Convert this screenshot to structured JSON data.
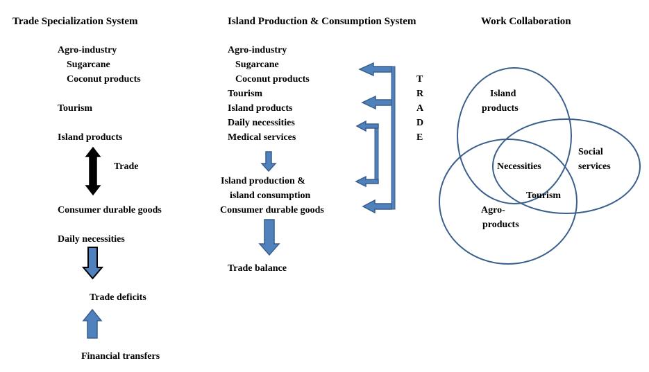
{
  "col1": {
    "header": "Trade Specialization System",
    "agro": "Agro-industry",
    "sugarcane": "Sugarcane",
    "coconut": "Coconut products",
    "tourism": "Tourism",
    "island_products": "Island products",
    "trade": "Trade",
    "consumer_durable": "Consumer durable goods",
    "daily": "Daily necessities",
    "trade_deficits": "Trade deficits",
    "financial": "Financial transfers"
  },
  "col2": {
    "header": "Island Production & Consumption System",
    "agro": "Agro-industry",
    "sugarcane": "Sugarcane",
    "coconut": "Coconut products",
    "tourism": "Tourism",
    "island_products": "Island products",
    "daily": "Daily necessities",
    "medical": "Medical services",
    "ipc_line1": "Island production &",
    "ipc_line2": "island consumption",
    "consumer_durable": "Consumer durable goods",
    "trade_balance": "Trade balance",
    "trade_letters": [
      "T",
      "R",
      "A",
      "D",
      "E"
    ]
  },
  "col3": {
    "header": "Work Collaboration",
    "island_line1": "Island",
    "island_line2": "products",
    "social_line1": "Social",
    "social_line2": "services",
    "necessities": "Necessities",
    "tourism": "Tourism",
    "agro_line1": "Agro-",
    "agro_line2": "products"
  },
  "colors": {
    "arrow_fill": "#4f81bd",
    "arrow_stroke": "#385d8a",
    "circle_stroke": "#3a5f8c",
    "black_arrow": "#000000"
  }
}
